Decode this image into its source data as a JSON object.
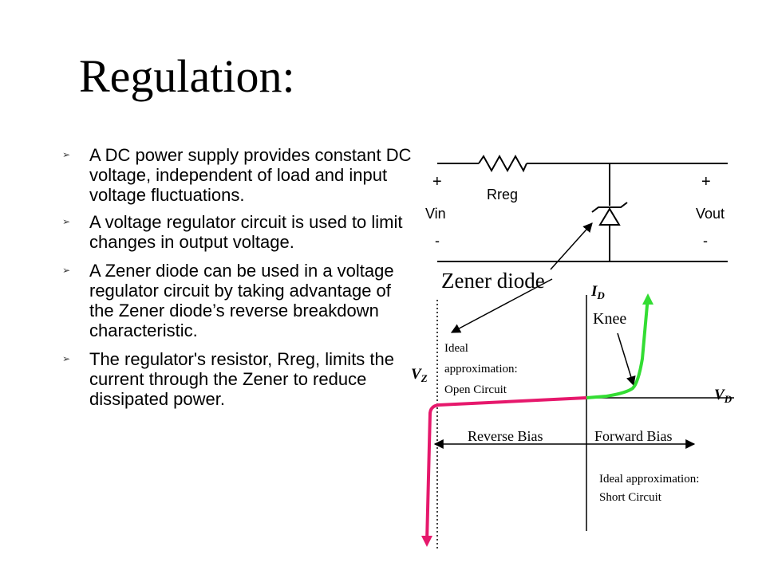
{
  "title": "Regulation:",
  "bullets": [
    "A DC power supply provides constant DC voltage, independent of load and input voltage fluctuations.",
    "A voltage regulator circuit is used to limit changes in output voltage.",
    "A Zener diode can be used in a voltage regulator circuit by taking advantage of the Zener diode’s reverse breakdown characteristic.",
    "The regulator's resistor, Rreg, limits the current through the Zener to reduce dissipated power."
  ],
  "circuit": {
    "resistor_label": "Rreg",
    "input_plus": "+",
    "input_label": "Vin",
    "input_minus": "-",
    "output_plus": "+",
    "output_label": "Vout",
    "output_minus": "-",
    "zener_callout": "Zener diode"
  },
  "iv_curve": {
    "y_axis_label": "I",
    "y_axis_sub": "D",
    "x_axis_label": "V",
    "x_axis_sub": "D",
    "vz_label": "V",
    "vz_sub": "Z",
    "knee_label": "Knee",
    "reverse_bias_label": "Reverse Bias",
    "forward_bias_label": "Forward Bias",
    "open_circuit_lines": [
      "Ideal",
      "approximation:",
      "Open Circuit"
    ],
    "short_circuit_lines": [
      "Ideal approximation:",
      "Short Circuit"
    ]
  },
  "colors": {
    "forward_curve": "#33dd33",
    "reverse_curve": "#e6186c",
    "lines": "#000000"
  }
}
